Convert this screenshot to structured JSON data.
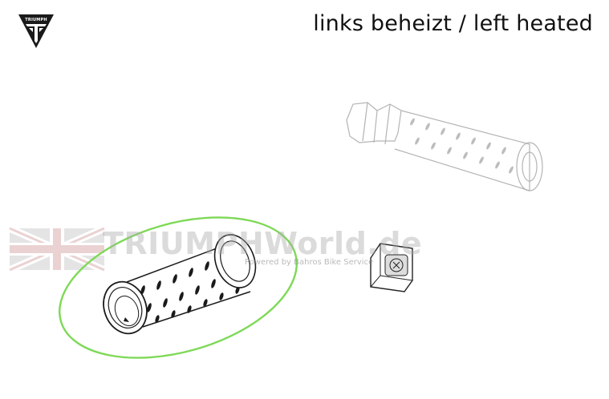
{
  "header": {
    "title": "links beheizt / left heated",
    "logo_text": "TRIUMPH",
    "logo_icon": "triumph-logo-icon"
  },
  "watermark": {
    "text": "TRIUMPHWorld.de",
    "subtext": "Powered by Bahros Bike Service",
    "flag_icon": "union-jack-flag-icon"
  },
  "diagram": {
    "parts": [
      {
        "name": "heated-grip-right-outline",
        "highlighted": false
      },
      {
        "name": "heated-grip-left",
        "highlighted": true
      },
      {
        "name": "heated-grip-connector-cap",
        "highlighted": false
      }
    ],
    "highlight_color": "#7ed957"
  }
}
